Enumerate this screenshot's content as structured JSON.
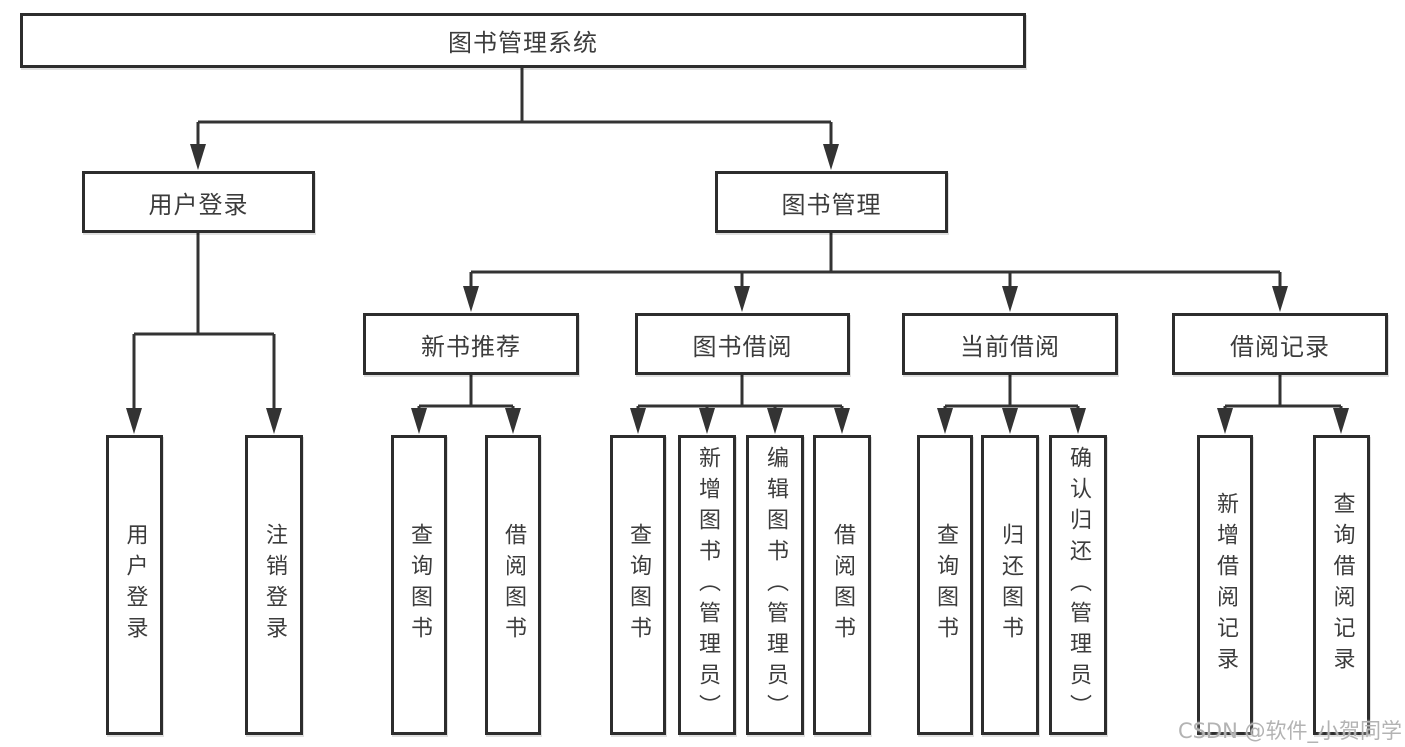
{
  "diagram": {
    "root": {
      "label": "图书管理系统"
    },
    "branches": [
      {
        "label": "用户登录",
        "children": [
          {
            "label": "用户登录"
          },
          {
            "label": "注销登录"
          }
        ]
      },
      {
        "label": "图书管理",
        "children": [
          {
            "label": "新书推荐",
            "children": [
              {
                "label": "查询图书"
              },
              {
                "label": "借阅图书"
              }
            ]
          },
          {
            "label": "图书借阅",
            "children": [
              {
                "label": "查询图书"
              },
              {
                "label": "新增图书（管理员）"
              },
              {
                "label": "编辑图书（管理员）"
              },
              {
                "label": "借阅图书"
              }
            ]
          },
          {
            "label": "当前借阅",
            "children": [
              {
                "label": "查询图书"
              },
              {
                "label": "归还图书"
              },
              {
                "label": "确认归还（管理员）"
              }
            ]
          },
          {
            "label": "借阅记录",
            "children": [
              {
                "label": "新增借阅记录"
              },
              {
                "label": "查询借阅记录"
              }
            ]
          }
        ]
      }
    ]
  },
  "watermark": {
    "text": "CSDN @软件_小贺同学"
  },
  "colors": {
    "line": "#333333",
    "box_border": "#2d2d2d",
    "text": "#3c3c3c",
    "watermark": "#b3b3b3",
    "background": "#ffffff"
  }
}
